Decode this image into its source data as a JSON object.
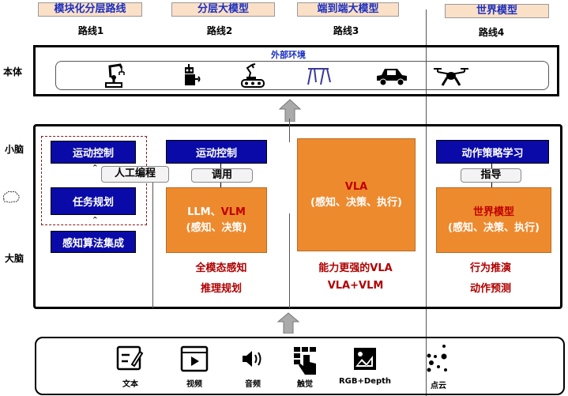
{
  "header": {
    "routes": [
      {
        "tag": "模块化分层路线",
        "label": "路线1"
      },
      {
        "tag": "分层大模型",
        "label": "路线2"
      },
      {
        "tag": "端到端大模型",
        "label": "路线3"
      },
      {
        "tag": "世界模型",
        "label": "路线4"
      }
    ]
  },
  "side_labels": {
    "body": "本体",
    "cerebellum": "小脑",
    "brain": "大脑"
  },
  "body_box": {
    "title": "外部环境",
    "icons": [
      "robot-arm-icon",
      "service-robot-icon",
      "tracked-robot-icon",
      "quadruped-robot-icon",
      "car-icon",
      "drone-icon"
    ]
  },
  "route1": {
    "motion": "运动控制",
    "planning": "任务规划",
    "perception": "感知算法集成",
    "manual": "人工编程"
  },
  "route2": {
    "motion": "运动控制",
    "call": "调用",
    "model_prefix": "LLM、",
    "model_vlm": "VLM",
    "model_sub": "(感知、决策)",
    "note1": "全模态感知",
    "note2": "推理规划"
  },
  "route3": {
    "model": "VLA",
    "model_sub": "(感知、决策、执行)",
    "note1": "能力更强的VLA",
    "note2": "VLA+VLM"
  },
  "route4": {
    "policy": "动作策略学习",
    "guide": "指导",
    "model": "世界模型",
    "model_sub": "(感知、决策、执行)",
    "note1": "行为推演",
    "note2": "动作预测"
  },
  "inputs": [
    {
      "icon": "text-icon",
      "label": "文本"
    },
    {
      "icon": "video-icon",
      "label": "视频"
    },
    {
      "icon": "audio-icon",
      "label": "音频"
    },
    {
      "icon": "touch-icon",
      "label": "触觉"
    },
    {
      "icon": "image-icon",
      "label": "RGB+Depth"
    },
    {
      "icon": "point-cloud-icon",
      "label": "点云"
    }
  ],
  "colors": {
    "blue": "#0a0aa8",
    "orange": "#ee8a2e",
    "red": "#b00000",
    "tag": "#fbe0c8"
  }
}
